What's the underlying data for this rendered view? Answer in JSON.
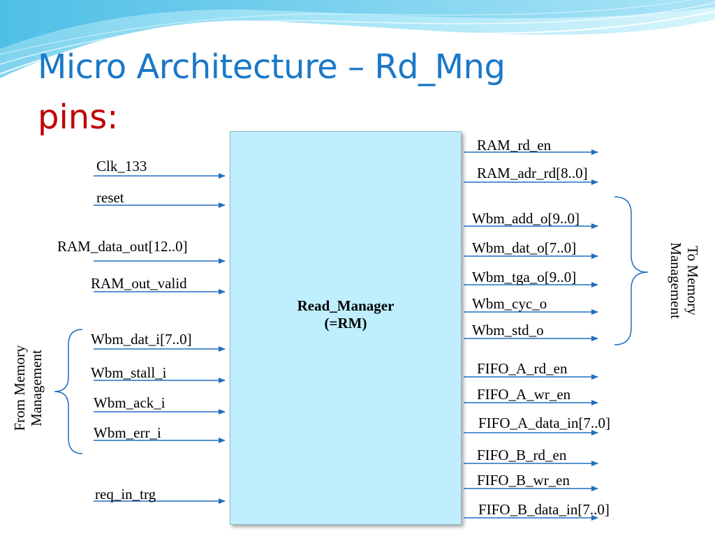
{
  "slide": {
    "title_line1": "Micro Architecture – Rd_Mng",
    "title_line2": "pins:",
    "colors": {
      "title": "#1a78c8",
      "subtitle": "#c00000",
      "block": "#bfefff",
      "arrow": "#1f6fbf"
    }
  },
  "block": {
    "title": "Read_Manager",
    "subtitle": "(=RM)"
  },
  "groups": {
    "from_memory": {
      "line1": "From Memory",
      "line2": "Management"
    },
    "to_memory": {
      "line1": "To Memory",
      "line2": "Management"
    }
  },
  "inputs": [
    {
      "label": "Clk_133"
    },
    {
      "label": "reset"
    },
    {
      "label": "RAM_data_out[12..0]"
    },
    {
      "label": "RAM_out_valid"
    },
    {
      "label": "Wbm_dat_i[7..0]"
    },
    {
      "label": "Wbm_stall_i"
    },
    {
      "label": "Wbm_ack_i"
    },
    {
      "label": "Wbm_err_i"
    },
    {
      "label": "req_in_trg"
    }
  ],
  "outputs": [
    {
      "label": "RAM_rd_en"
    },
    {
      "label": "RAM_adr_rd[8..0]"
    },
    {
      "label": "Wbm_add_o[9..0]"
    },
    {
      "label": "Wbm_dat_o[7..0]"
    },
    {
      "label": "Wbm_tga_o[9..0]"
    },
    {
      "label": "Wbm_cyc_o"
    },
    {
      "label": "Wbm_std_o"
    },
    {
      "label": "FIFO_A_rd_en"
    },
    {
      "label": "FIFO_A_wr_en"
    },
    {
      "label": "FIFO_A_data_in[7..0]"
    },
    {
      "label": "FIFO_B_rd_en"
    },
    {
      "label": "FIFO_B_wr_en"
    },
    {
      "label": "FIFO_B_data_in[7..0]"
    }
  ]
}
